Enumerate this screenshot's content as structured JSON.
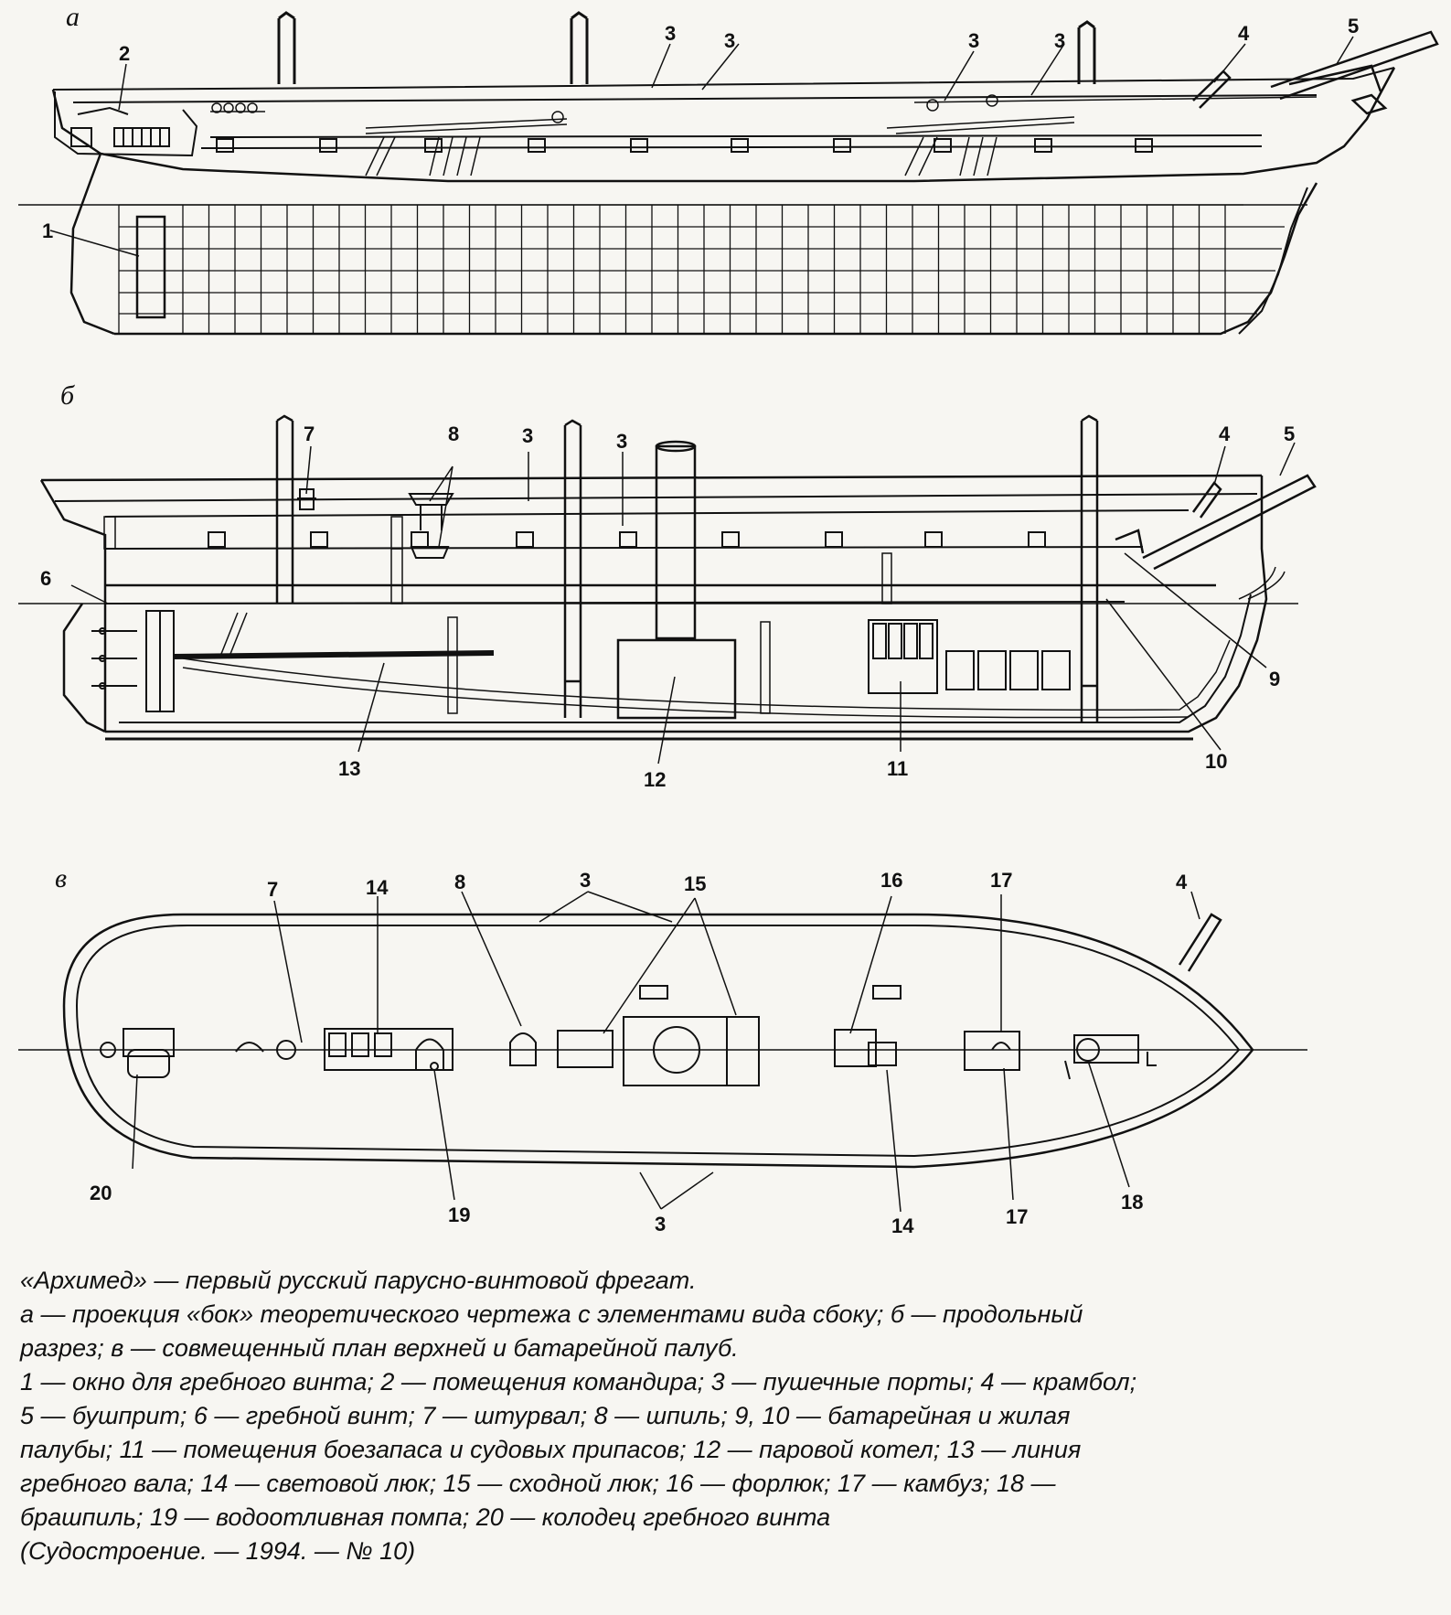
{
  "sections": {
    "a": "а",
    "b": "б",
    "v": "в"
  },
  "labels": {
    "n1": "1",
    "n2": "2",
    "n3": "3",
    "n4": "4",
    "n5": "5",
    "n6": "6",
    "n7": "7",
    "n8": "8",
    "n9": "9",
    "n10": "10",
    "n11": "11",
    "n12": "12",
    "n13": "13",
    "n14": "14",
    "n15": "15",
    "n16": "16",
    "n17": "17",
    "n18": "18",
    "n19": "19",
    "n20": "20"
  },
  "caption": {
    "title": "«Архимед» — первый русский парусно-винтовой фрегат.",
    "views_line1": "а — проекция «бок» теоретического чертежа с элементами вида сбоку; б — продольный",
    "views_line2": "разрез; в — совмещенный план верхней и батарейной палуб.",
    "legend_line1": "1 — окно для гребного винта; 2 — помещения командира; 3 — пушечные порты; 4 — крамбол;",
    "legend_line2": "5 — бушприт; 6 — гребной винт; 7 — штурвал; 8 — шпиль; 9, 10 — батарейная и жилая",
    "legend_line3": "палубы; 11 — помещения боезапаса и судовых припасов; 12 — паровой котел; 13 — линия",
    "legend_line4": "гребного вала; 14 — световой люк; 15 — сходной люк; 16 — форлюк; 17 — камбуз; 18 —",
    "legend_line5": "брашпиль; 19 — водоотливная помпа; 20 — колодец гребного винта",
    "source": "(Судостроение. — 1994. — № 10)"
  },
  "colors": {
    "ink": "#111111",
    "paper": "#f7f6f2"
  }
}
